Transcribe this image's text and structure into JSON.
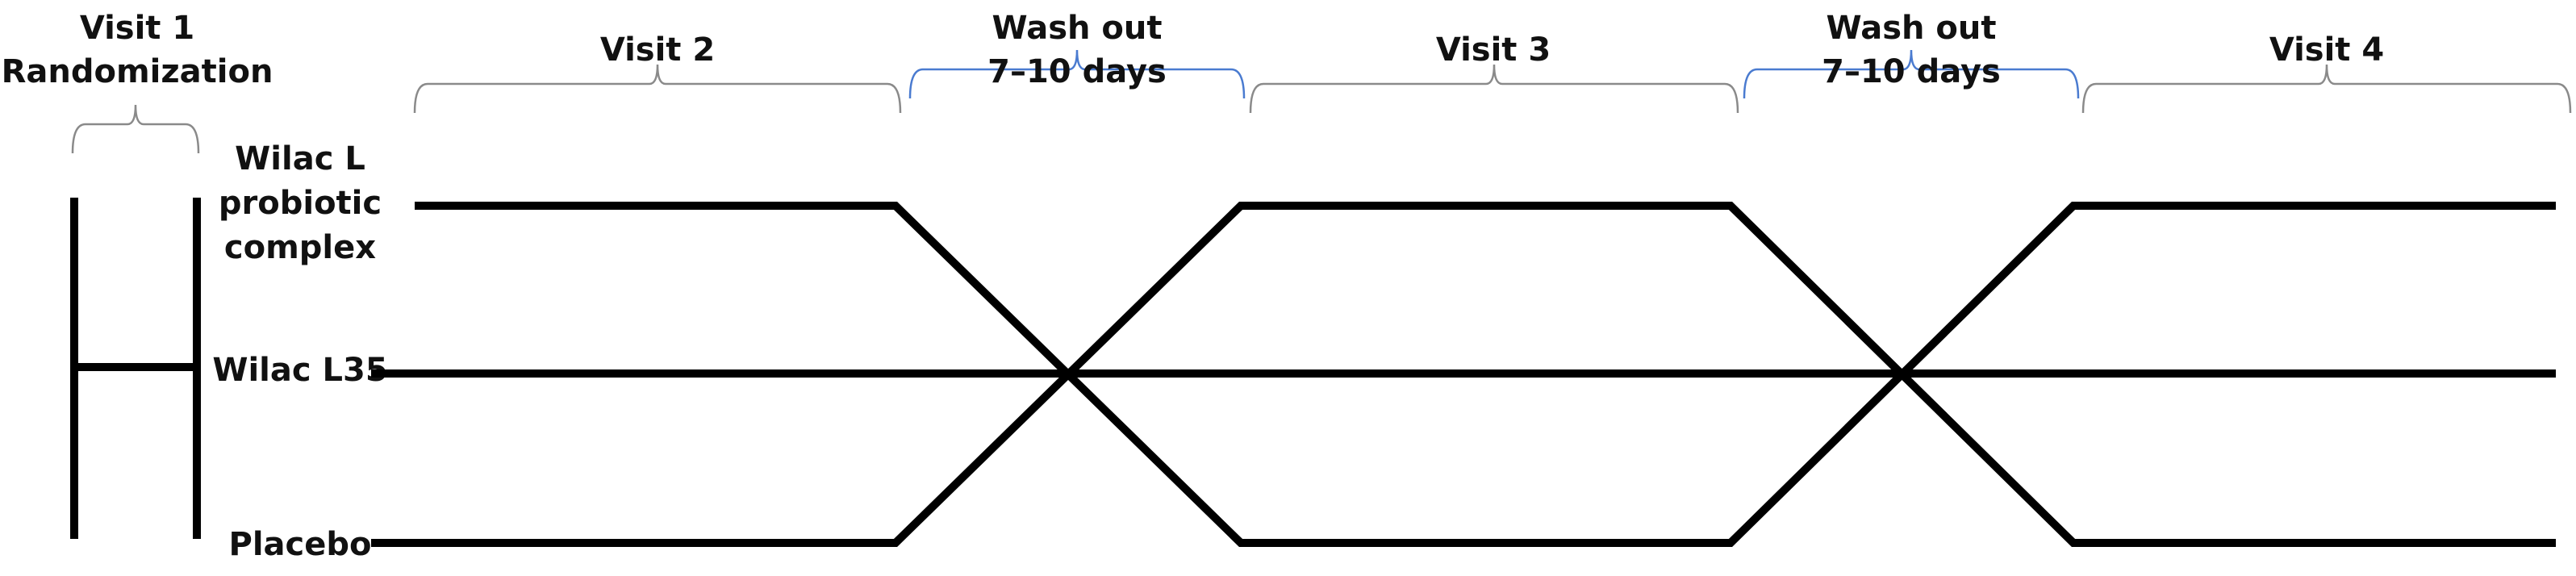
{
  "periods": [
    {
      "label_lines": [
        "Visit 1",
        "Randomization"
      ],
      "color": "#8a8a8a"
    },
    {
      "label_lines": [
        "Visit 2"
      ],
      "color": "#8a8a8a"
    },
    {
      "label_lines": [
        "Wash out",
        "7–10 days"
      ],
      "color": "#4a7bd0"
    },
    {
      "label_lines": [
        "Visit 3"
      ],
      "color": "#8a8a8a"
    },
    {
      "label_lines": [
        "Wash out",
        "7–10 days"
      ],
      "color": "#4a7bd0"
    },
    {
      "label_lines": [
        "Visit 4"
      ],
      "color": "#8a8a8a"
    }
  ],
  "arms": [
    {
      "label_lines": [
        "Wilac L",
        "probiotic",
        "complex"
      ]
    },
    {
      "label_lines": [
        "Wilac L35"
      ]
    },
    {
      "label_lines": [
        "Placebo"
      ]
    }
  ],
  "colors": {
    "line": "#000000",
    "text": "#111111"
  }
}
